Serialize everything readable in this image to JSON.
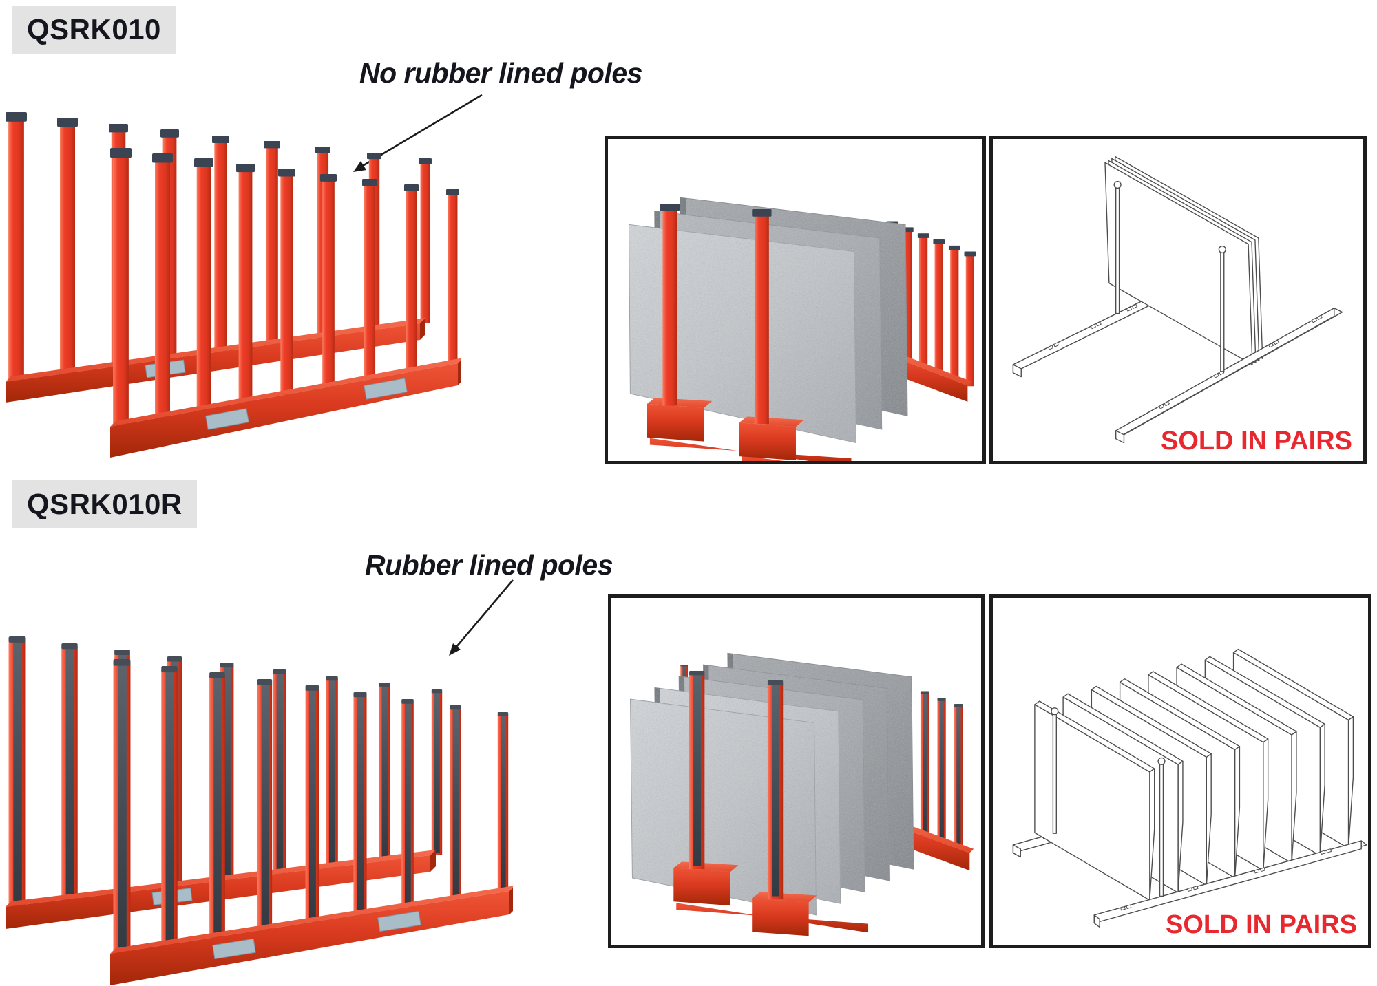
{
  "page": {
    "background": "#ffffff"
  },
  "colors": {
    "pole-red": "#ee3d28",
    "rail-red-face": "#d93a1f",
    "cap-dark": "#3a4452",
    "rubber-dark": "#474d56",
    "label-bg": "#e3e3e3",
    "ink": "#15151d",
    "sold-red": "#e8282f",
    "lineart": "#4d4d4d",
    "frame-border": "#1d1d1d",
    "metal-label": "#a9bdc9"
  },
  "sections": [
    {
      "code": "QSRK010",
      "annotation": "No rubber lined poles",
      "sold_label": "SOLD IN PAIRS"
    },
    {
      "code": "QSRK010R",
      "annotation": "Rubber lined poles",
      "sold_label": "SOLD IN PAIRS"
    }
  ]
}
